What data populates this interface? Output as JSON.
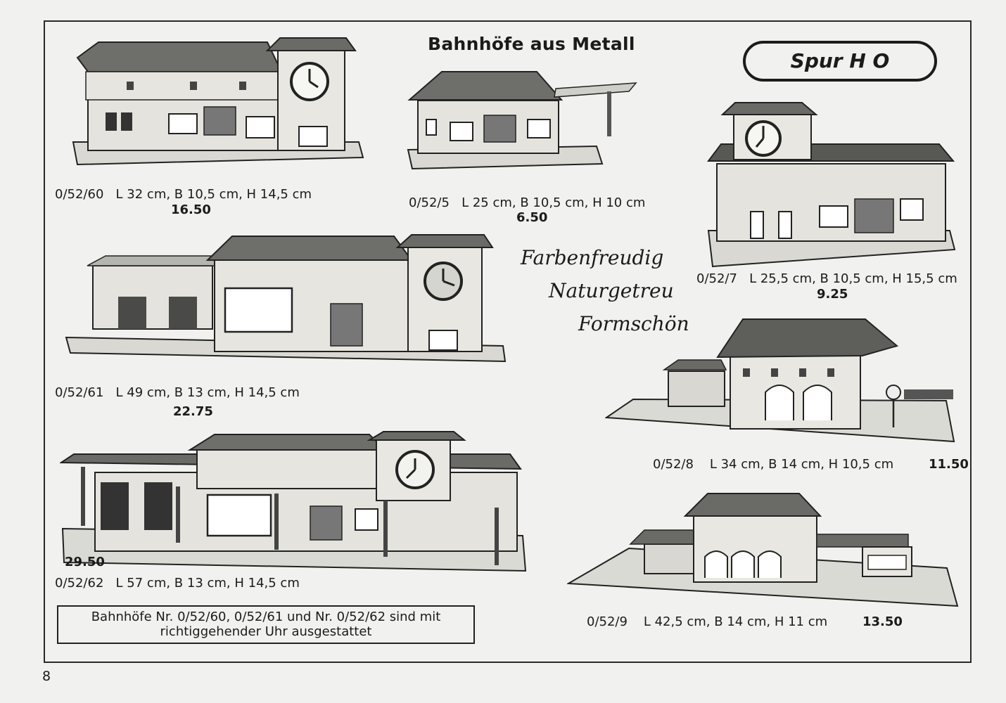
{
  "heading": "Bahnhöfe aus Metall",
  "badge": "Spur H O",
  "slogans": [
    "Farbenfreudig",
    "Naturgetreu",
    "Formschön"
  ],
  "products": [
    {
      "spec": "0/52/60   L 32 cm, B 10,5 cm, H 14,5 cm",
      "price": "16.50"
    },
    {
      "spec": "0/52/5   L 25 cm, B 10,5 cm, H 10 cm",
      "price": "6.50"
    },
    {
      "spec": "0/52/7   L 25,5 cm, B 10,5 cm, H 15,5 cm",
      "price": "9.25"
    },
    {
      "spec": "0/52/61   L 49 cm, B 13 cm, H 14,5 cm",
      "price": "22.75"
    },
    {
      "spec": "0/52/8    L 34 cm, B 14 cm, H 10,5 cm",
      "price": "11.50"
    },
    {
      "spec": "0/52/62   L 57 cm, B 13 cm, H 14,5 cm",
      "price": "29.50"
    },
    {
      "spec": "0/52/9    L 42,5 cm, B 14 cm, H 11 cm",
      "price": "13.50"
    }
  ],
  "note": {
    "line1": "Bahnhöfe  Nr. 0/52/60, 0/52/61  und  Nr. 0/52/62  sind  mit",
    "line2": "richtiggehender Uhr ausgestattet"
  },
  "page_number": "8"
}
